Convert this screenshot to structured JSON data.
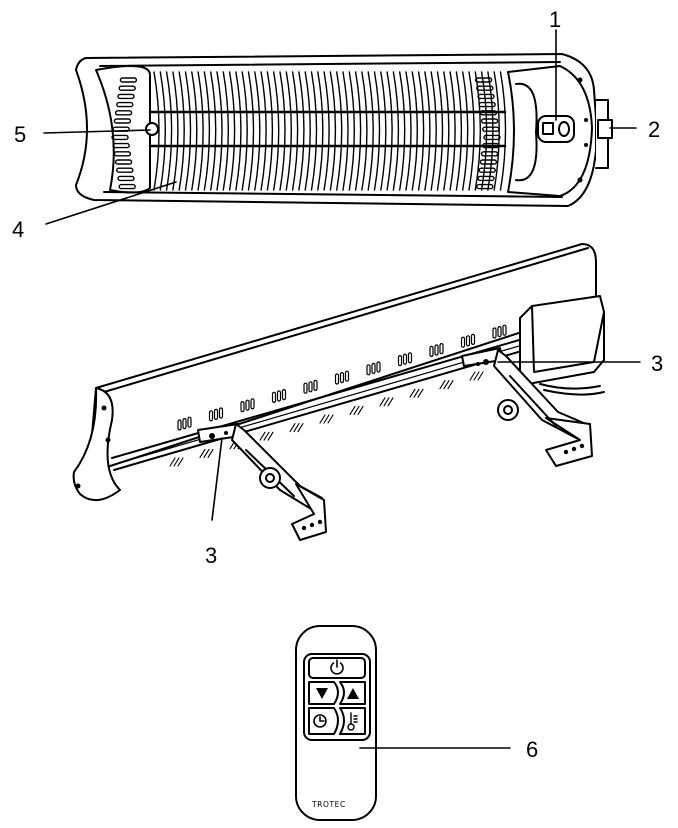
{
  "figure": {
    "callouts": [
      {
        "id": "1",
        "label": "1"
      },
      {
        "id": "2",
        "label": "2"
      },
      {
        "id": "3a",
        "label": "3"
      },
      {
        "id": "3b",
        "label": "3"
      },
      {
        "id": "4",
        "label": "4"
      },
      {
        "id": "5",
        "label": "5"
      },
      {
        "id": "6",
        "label": "6"
      }
    ],
    "remote": {
      "brand": "TROTEC",
      "buttons": [
        {
          "name": "power-button",
          "icon": "power-icon"
        },
        {
          "name": "down-button",
          "icon": "triangle-down-icon"
        },
        {
          "name": "up-button",
          "icon": "triangle-up-icon"
        },
        {
          "name": "timer-button",
          "icon": "clock-icon"
        },
        {
          "name": "temperature-button",
          "icon": "thermometer-icon"
        }
      ]
    },
    "colors": {
      "line": "#000000",
      "fill": "#ffffff",
      "shade": "#e6e6e6"
    }
  }
}
